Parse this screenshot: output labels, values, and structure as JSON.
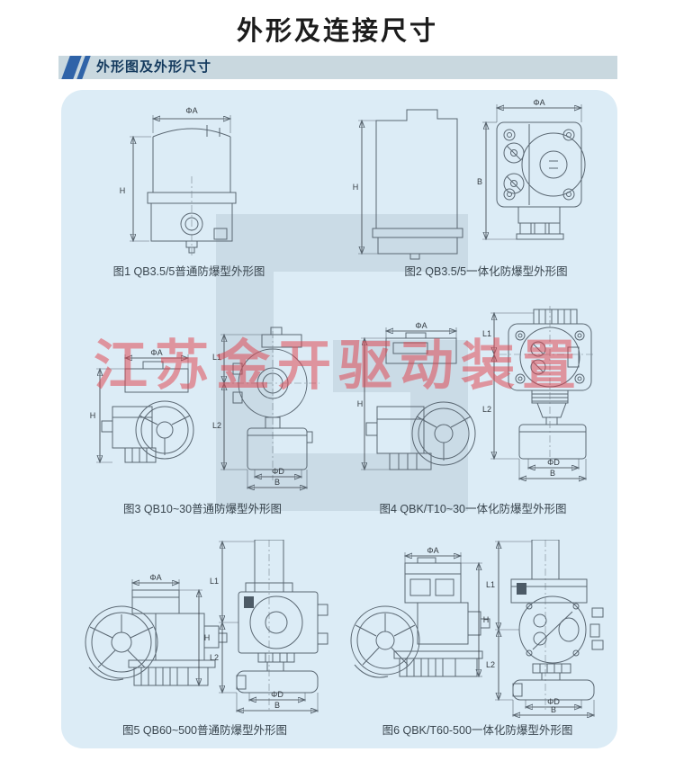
{
  "page": {
    "title": "外形及连接尺寸"
  },
  "section": {
    "header": "外形图及外形尺寸"
  },
  "watermark": {
    "text": "江苏金开驱动装置"
  },
  "dims": {
    "phiA": "ΦA",
    "H": "H",
    "B": "B",
    "L1": "L1",
    "L2": "L2",
    "phiD": "ΦD"
  },
  "figures": {
    "fig1": {
      "caption": "图1 QB3.5/5普通防爆型外形图"
    },
    "fig2": {
      "caption": "图2 QB3.5/5一体化防爆型外形图"
    },
    "fig3": {
      "caption": "图3 QB10~30普通防爆型外形图"
    },
    "fig4": {
      "caption": "图4 QBK/T10~30一体化防爆型外形图"
    },
    "fig5": {
      "caption": "图5 QB60~500普通防爆型外形图"
    },
    "fig6": {
      "caption": "图6 QBK/T60-500一体化防爆型外形图"
    }
  },
  "colors": {
    "panel_bg": "#dcecf6",
    "section_bar_bg": "#c9d8df",
    "section_marker_blue": "#2f63a8",
    "drawing_line": "#5a6772",
    "caption_text": "#39454e",
    "watermark_red": "#e0444e",
    "watermark_gray": "#8fa3b0"
  }
}
